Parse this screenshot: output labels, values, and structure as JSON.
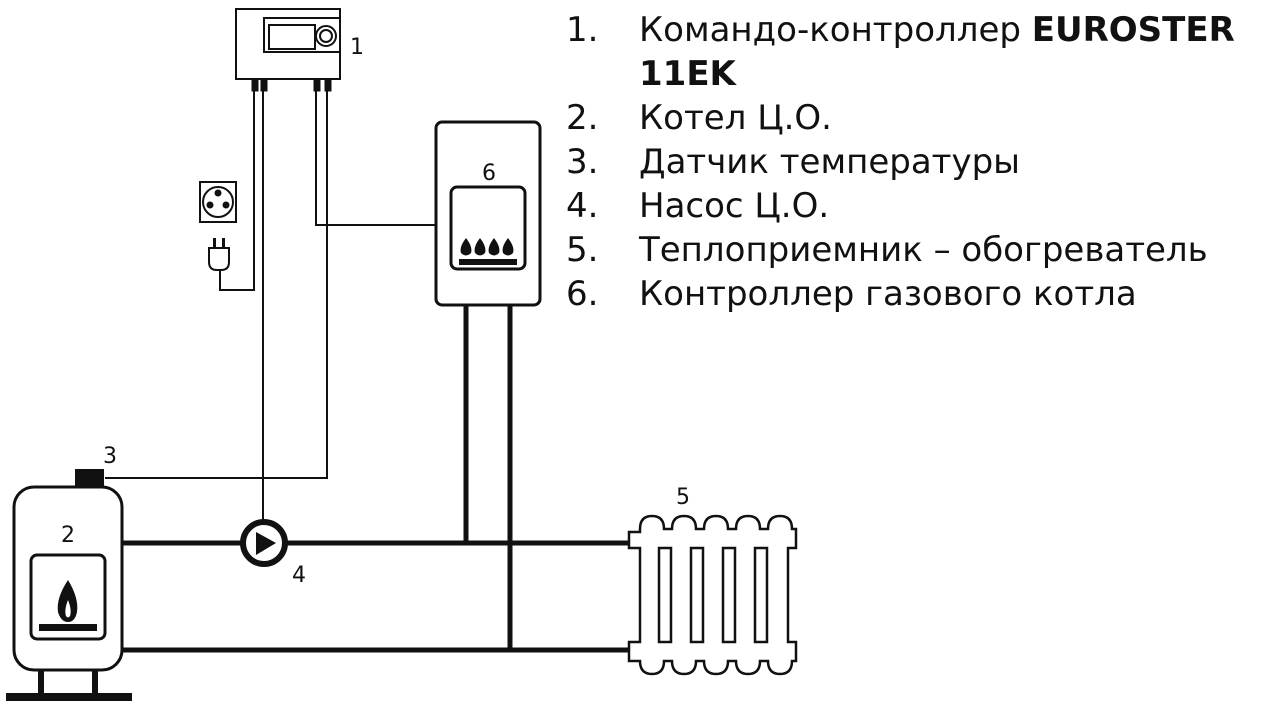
{
  "legend": {
    "items": [
      {
        "number": "1.",
        "text": "Командо-контроллер ",
        "bold": "EUROSTER",
        "bold_line2": "11EK"
      },
      {
        "number": "2.",
        "text": "Котел Ц.О."
      },
      {
        "number": "3.",
        "text": "Датчик температуры"
      },
      {
        "number": "4.",
        "text": "Насос Ц.О."
      },
      {
        "number": "5.",
        "text": "Теплоприемник – обогреватель"
      },
      {
        "number": "6.",
        "text": "Контроллер газового котла"
      }
    ]
  },
  "diagram": {
    "labels": {
      "controller": "1",
      "boiler": "2",
      "sensor": "3",
      "pump": "4",
      "radiator": "5",
      "gas_controller": "6"
    },
    "colors": {
      "line": "#111111",
      "background": "#ffffff"
    }
  }
}
